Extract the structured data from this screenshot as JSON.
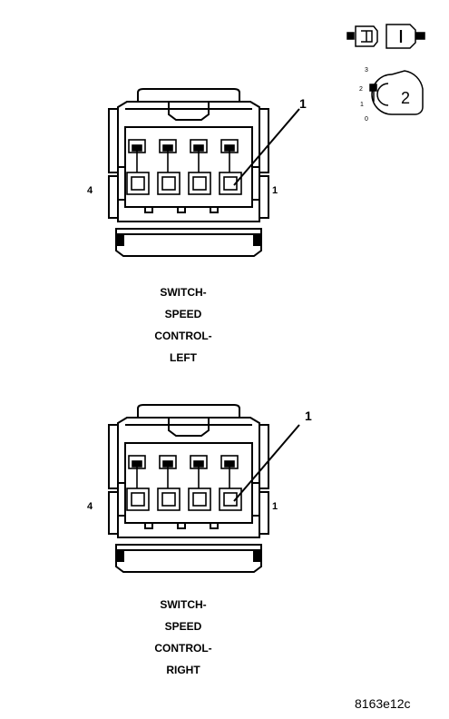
{
  "figure_id": "8163e12c",
  "legend": {
    "view_number": "2",
    "position_marks": [
      "3",
      "2",
      "1",
      "0"
    ]
  },
  "connectors": [
    {
      "id": "left",
      "caption": [
        "SWITCH-",
        "SPEED",
        "CONTROL-",
        "LEFT"
      ],
      "pin_left": "4",
      "pin_right": "1",
      "callout": "1"
    },
    {
      "id": "right",
      "caption": [
        "SWITCH-",
        "SPEED",
        "CONTROL-",
        "RIGHT"
      ],
      "pin_left": "4",
      "pin_right": "1",
      "callout": "1"
    }
  ]
}
